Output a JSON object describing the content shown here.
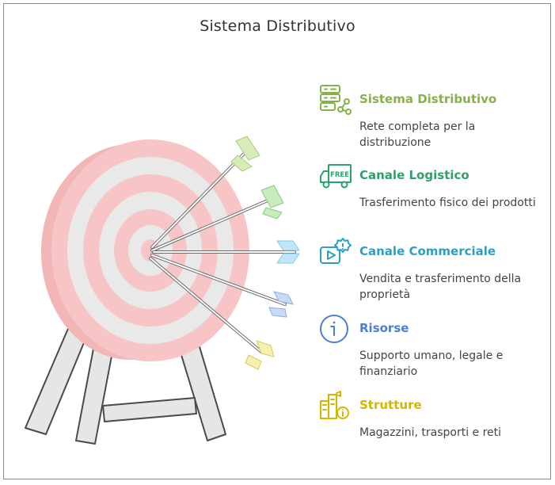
{
  "title": "Sistema Distributivo",
  "colors": {
    "green": "#86b04a",
    "teal": "#2aa36b",
    "cyan": "#2a9fc9",
    "blue": "#4a7fd6",
    "yellow": "#d4b500",
    "target_red": "#f7c5c5",
    "target_gray": "#e9e9e9"
  },
  "items": [
    {
      "label": "Sistema Distributivo",
      "description": "Rete completa per la distribuzione",
      "icon": "server-network-icon",
      "color": "#86b04a"
    },
    {
      "label": "Canale Logistico",
      "description": "Trasferimento fisico dei prodotti",
      "icon": "free-delivery-truck-icon",
      "color": "#2aa36b"
    },
    {
      "label": "Canale Commerciale",
      "description": "Vendita e trasferimento della proprietà",
      "icon": "video-alert-icon",
      "color": "#2a9fc9"
    },
    {
      "label": "Risorse",
      "description": "Supporto umano, legale e finanziario",
      "icon": "info-icon",
      "color": "#4a7fd6"
    },
    {
      "label": "Strutture",
      "description": "Magazzini, trasporti e reti",
      "icon": "building-info-icon",
      "color": "#d4b500"
    }
  ]
}
